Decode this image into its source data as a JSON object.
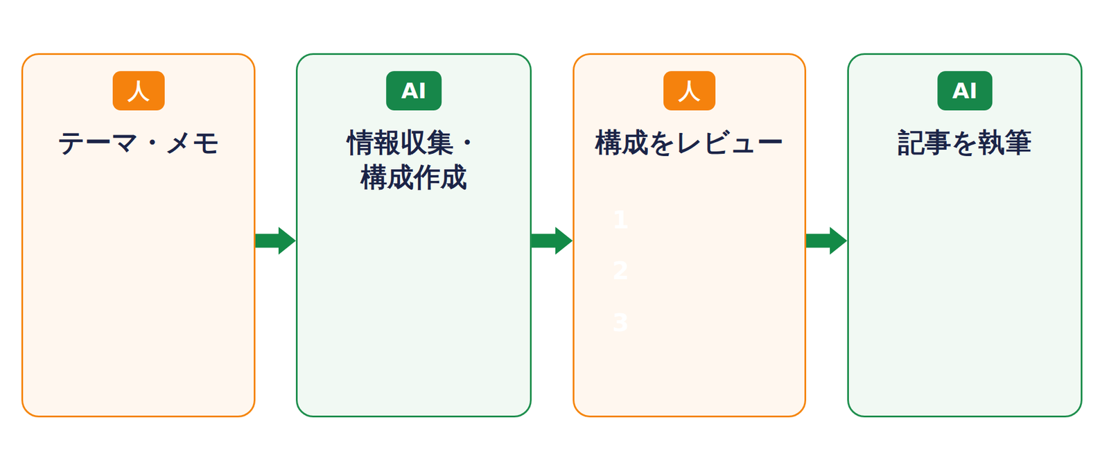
{
  "diagram": {
    "nodes": [
      {
        "text": [
          "テーマ・メモ"
        ]
      },
      {
        "text": [
          "人"
        ],
        "in": 0
      },
      {
        "text": [
          "情報収集・構成作成"
        ]
      },
      {
        "text": [
          "AI"
        ],
        "in": 2
      },
      {
        "text": [
          "構成をレビュー"
        ]
      },
      {
        "text": [
          "人"
        ],
        "in": 4
      },
      {
        "text": [
          "記事を執筆"
        ]
      },
      {
        "text": [
          "AI"
        ],
        "in": 6
      }
    ],
    "edges": [
      {
        "from": 0,
        "to": 2,
        "arrow": "to"
      },
      {
        "from": 2,
        "to": 4,
        "arrow": "to"
      },
      {
        "from": 4,
        "to": 6,
        "arrow": "to"
      }
    ],
    "labels": [
      "1",
      "2",
      "3"
    ]
  }
}
